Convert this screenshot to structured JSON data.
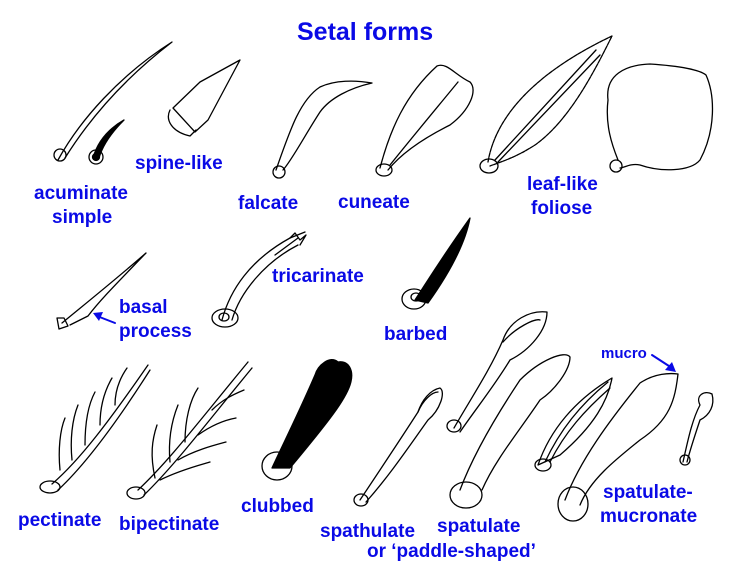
{
  "title": "Setal forms",
  "labels": {
    "acuminate": "acuminate",
    "simple": "simple",
    "spine_like": "spine-like",
    "falcate": "falcate",
    "cuneate": "cuneate",
    "leaf_like": "leaf-like",
    "foliose": "foliose",
    "basal": "basal",
    "process": "process",
    "tricarinate": "tricarinate",
    "barbed": "barbed",
    "pectinate": "pectinate",
    "bipectinate": "bipectinate",
    "clubbed": "clubbed",
    "spathulate": "spathulate",
    "paddle_shaped": "or ‘paddle-shaped’",
    "spatulate": "spatulate",
    "mucro": "mucro",
    "spatulate_mucronate_1": "spatulate-",
    "spatulate_mucronate_2": "mucronate"
  },
  "colors": {
    "label": "#0a0ae6",
    "line_art": "#000000",
    "background": "#ffffff"
  }
}
